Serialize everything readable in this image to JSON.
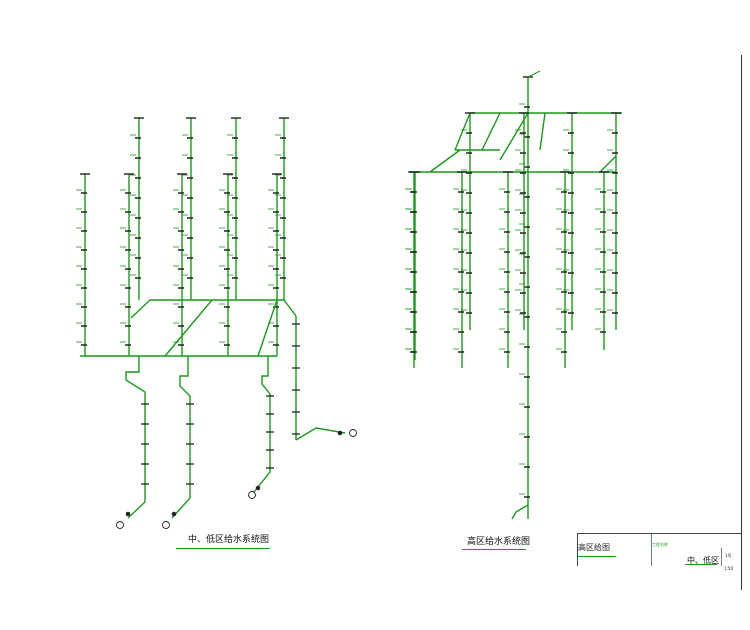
{
  "diagram": {
    "left_title": "中、低区给水系统图",
    "right_title": "高区给水系统图",
    "colors": {
      "pipe": "#1a9a1a",
      "fixture": "#222222",
      "label": "#1a9a1a"
    }
  },
  "title_block": {
    "drawing_name": "高区给图",
    "area_label": "工程名称",
    "sheet_title": "中、低区",
    "sheet_no": "1号",
    "scale": "1:50"
  }
}
